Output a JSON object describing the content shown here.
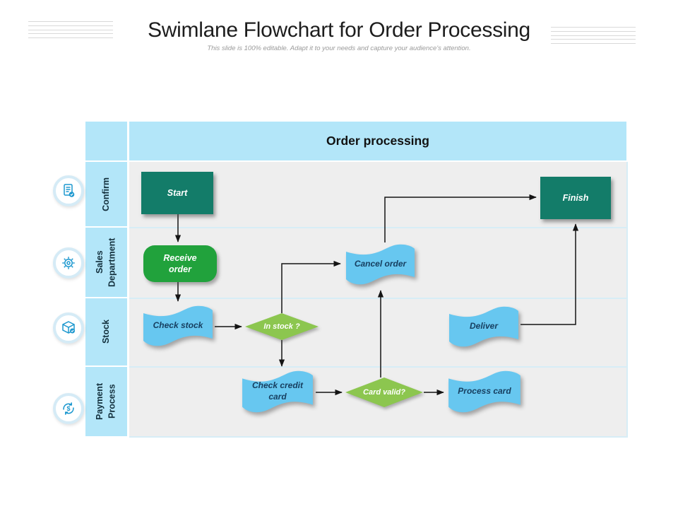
{
  "title": "Swimlane Flowchart for Order Processing",
  "subtitle": "This slide is 100% editable. Adapt it to your needs and capture your audience's attention.",
  "table_header": "Order processing",
  "lanes": [
    {
      "label": "Confirm",
      "icon": "document-check-icon"
    },
    {
      "label": "Sales Department",
      "icon": "gear-icon"
    },
    {
      "label": "Stock",
      "icon": "package-check-icon"
    },
    {
      "label": "Payment Process",
      "icon": "payment-sync-icon"
    }
  ],
  "nodes": {
    "start": {
      "label": "Start",
      "type": "terminator",
      "lane": "Confirm"
    },
    "finish": {
      "label": "Finish",
      "type": "terminator",
      "lane": "Confirm"
    },
    "receive_order": {
      "label": "Receive order",
      "type": "process",
      "lane": "Sales Department"
    },
    "cancel_order": {
      "label": "Cancel order",
      "type": "document",
      "lane": "Sales Department"
    },
    "check_stock": {
      "label": "Check stock",
      "type": "document",
      "lane": "Stock"
    },
    "in_stock": {
      "label": "In stock ?",
      "type": "decision",
      "lane": "Stock"
    },
    "deliver": {
      "label": "Deliver",
      "type": "document",
      "lane": "Stock"
    },
    "check_credit_card": {
      "label": "Check credit card",
      "type": "document",
      "lane": "Payment Process"
    },
    "card_valid": {
      "label": "Card valid?",
      "type": "decision",
      "lane": "Payment Process"
    },
    "process_card": {
      "label": "Process card",
      "type": "document",
      "lane": "Payment Process"
    }
  },
  "edges": [
    {
      "from": "start",
      "to": "receive_order"
    },
    {
      "from": "receive_order",
      "to": "check_stock"
    },
    {
      "from": "check_stock",
      "to": "in_stock"
    },
    {
      "from": "in_stock",
      "to": "cancel_order"
    },
    {
      "from": "in_stock",
      "to": "check_credit_card"
    },
    {
      "from": "check_credit_card",
      "to": "card_valid"
    },
    {
      "from": "card_valid",
      "to": "process_card"
    },
    {
      "from": "card_valid",
      "to": "cancel_order"
    },
    {
      "from": "cancel_order",
      "to": "finish"
    },
    {
      "from": "deliver",
      "to": "finish"
    }
  ],
  "colors": {
    "lane_fill": "#b3e6f9",
    "content_fill": "#eeeeee",
    "terminator_fill": "#137c69",
    "process_fill": "#21a23c",
    "document_fill": "#67c7f0",
    "decision_fill": "#8cc64f",
    "icon_blue": "#1d98cf",
    "arrow": "#141414"
  }
}
